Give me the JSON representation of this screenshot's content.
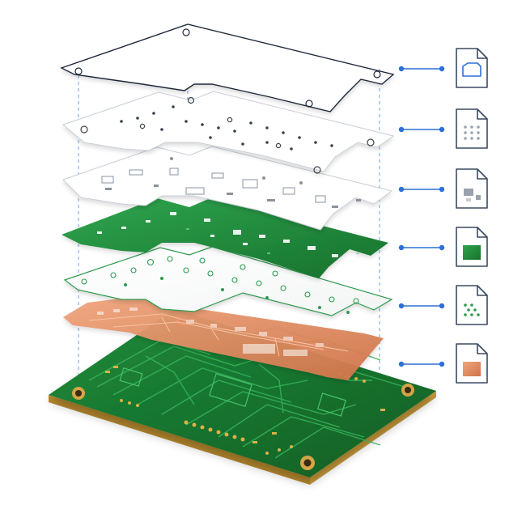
{
  "layers": [
    {
      "id": "board-outline",
      "label": "",
      "icon": "outline-file-icon",
      "color": "#1f2a3a"
    },
    {
      "id": "drill-holes",
      "label": "",
      "icon": "drill-file-icon",
      "color": "#9aa3ad"
    },
    {
      "id": "silkscreen",
      "label": "",
      "icon": "silkscreen-file-icon",
      "color": "#9aa3ad"
    },
    {
      "id": "solder-mask",
      "label": "",
      "icon": "soldermask-file-icon",
      "color": "#1f8a3e"
    },
    {
      "id": "paste",
      "label": "",
      "icon": "paste-file-icon",
      "color": "#2f9a4f"
    },
    {
      "id": "copper",
      "label": "",
      "icon": "copper-file-icon",
      "color": "#d8815a"
    }
  ],
  "colors": {
    "connector": "#2f6fd6",
    "file_outline": "#3a4a60",
    "pcb_green": "#1c7a33",
    "pcb_green_light": "#2da44e",
    "copper": "#e6946a",
    "gold": "#c79a3a"
  }
}
